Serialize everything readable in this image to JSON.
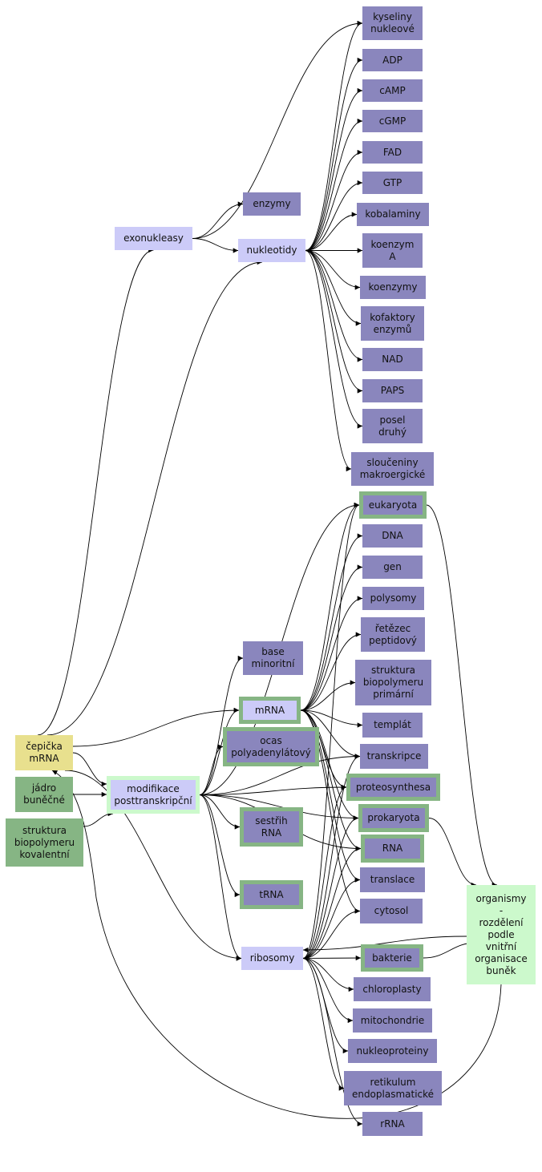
{
  "colors": {
    "leaf": "#8a86bd",
    "hub": "#cccbf8",
    "highlight_border": "#86b584",
    "dark_green": "#86b584",
    "light_green": "#ccf9cc",
    "yellow": "#e8e08e",
    "edge": "#000000"
  },
  "nodes": {
    "kyseliny_nukleove": "kyseliny\nnukleové",
    "adp": "ADP",
    "camp": "cAMP",
    "cgmp": "cGMP",
    "fad": "FAD",
    "gtp": "GTP",
    "enzymy": "enzymy",
    "kobalaminy": "kobalaminy",
    "exonukleasy": "exonukleasy",
    "nukleotidy": "nukleotidy",
    "koenzym_a": "koenzym\nA",
    "koenzymy": "koenzymy",
    "kofaktory_enzymu": "kofaktory\nenzymů",
    "nad": "NAD",
    "paps": "PAPS",
    "posel_druhy": "posel\ndruhý",
    "slouceniny_makroergicke": "sloučeniny\nmakroergické",
    "eukaryota": "eukaryota",
    "dna": "DNA",
    "gen": "gen",
    "polysomy": "polysomy",
    "retezec_peptidovy": "řetězec\npeptidový",
    "base_minoritni": "base\nminoritní",
    "struktura_biopolymeru_primarni": "struktura\nbiopolymeru\nprimární",
    "mrna": "mRNA",
    "templat": "templát",
    "ocas_polyadenylatovy": "ocas\npolyadenylátový",
    "cepicka_mrna": "čepička\nmRNA",
    "transkripce": "transkripce",
    "jadro_bunecne": "jádro\nbuněčné",
    "modifikace_posttranskripcni": "modifikace\nposttranskripční",
    "proteosynthesa": "proteosynthesa",
    "prokaryota": "prokaryota",
    "sestrih_rna": "sestřih\nRNA",
    "struktura_biopolymeru_kovalentni": "struktura\nbiopolymeru\nkovalentní",
    "rna": "RNA",
    "translace": "translace",
    "organismy": "organismy\n-\nrozdělení\npodle\nvnitřní\norganisace\nbuněk",
    "trna": "tRNA",
    "cytosol": "cytosol",
    "ribosomy": "ribosomy",
    "bakterie": "bakterie",
    "chloroplasty": "chloroplasty",
    "mitochondrie": "mitochondrie",
    "nukleoproteiny": "nukleoproteiny",
    "retikulum_endoplasmaticke": "retikulum\nendoplasmatické",
    "rrna": "rRNA"
  }
}
